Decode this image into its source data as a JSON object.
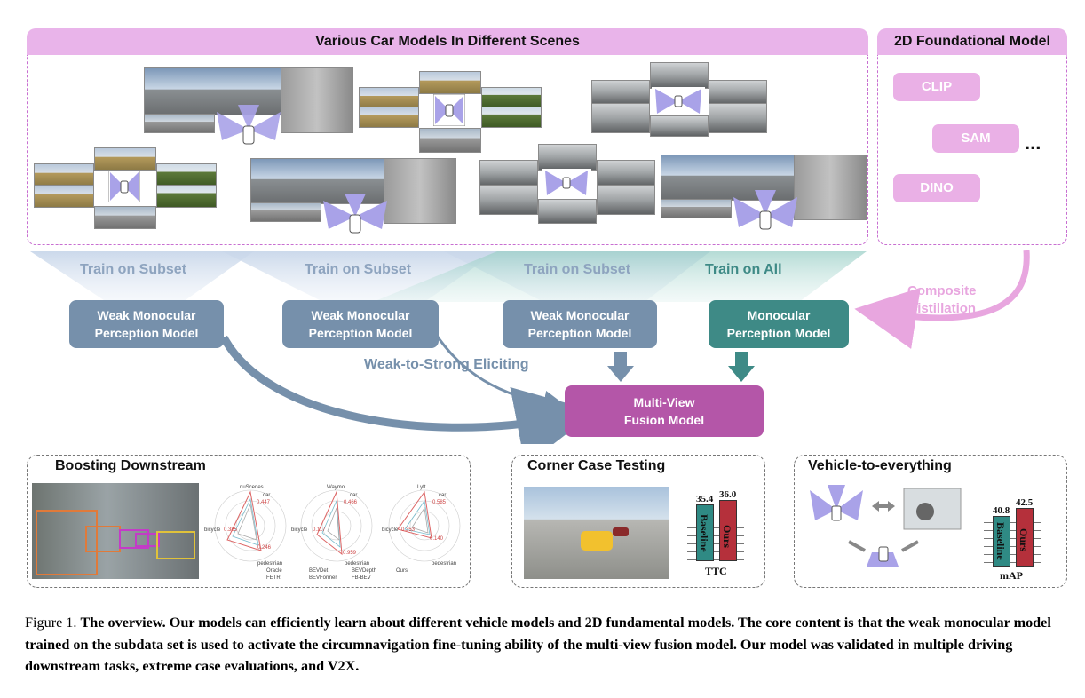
{
  "top": {
    "scenes_title": "Various Car Models In Different Scenes",
    "foundation_title": "2D Foundational Model",
    "foundation_models": [
      "CLIP",
      "SAM",
      "DINO"
    ],
    "ellipsis": "..."
  },
  "training": {
    "labels": [
      "Train on Subset",
      "Train on Subset",
      "Train on Subset",
      "Train on All"
    ],
    "label_colors": [
      "#8ea4bf",
      "#8ea4bf",
      "#8ea4bf",
      "#3e8a86"
    ],
    "composite_line1": "Composite",
    "composite_line2": "Distillation"
  },
  "models": {
    "weak_line1": "Weak Monocular",
    "weak_line2": "Perception Model",
    "strong_line1": "Monocular",
    "strong_line2": "Perception Model",
    "eliciting": "Weak-to-Strong Eliciting",
    "fusion_line1": "Multi-View",
    "fusion_line2": "Fusion Model"
  },
  "bottom": {
    "boosting_title": "Boosting Downstream",
    "corner_title": "Corner Case Testing",
    "v2x_title": "Vehicle-to-everything",
    "radar_titles": [
      "nuScenes",
      "Waymo",
      "Lyft"
    ],
    "radar_axes": [
      "car",
      "bicycle",
      "pedestrian"
    ],
    "radar_values": [
      [
        "0.447",
        "0.385",
        "0.246"
      ],
      [
        "0.466",
        "0.117",
        "0.959"
      ],
      [
        "0.585",
        "0.353",
        "0.140"
      ]
    ],
    "legend": [
      "Oracle",
      "BEVDet",
      "BEVDepth",
      "Ours",
      "FETR",
      "BEVFormer",
      "FB-BEV"
    ],
    "ttc": {
      "baseline": "35.4",
      "ours": "36.0",
      "baseline_label": "Baseline",
      "ours_label": "Ours",
      "metric": "TTC"
    },
    "map": {
      "baseline": "40.8",
      "ours": "42.5",
      "baseline_label": "Baseline",
      "ours_label": "Ours",
      "metric": "mAP"
    }
  },
  "caption": {
    "prefix": "Figure 1.",
    "bold": "The overview. Our models can efficiently learn about different vehicle models and 2D fundamental models. The core content is that the weak monocular model trained on the subdata set is used to activate the circumnavigation fine-tuning ability of the multi-view fusion model. Our model was validated in multiple driving downstream tasks, extreme case evaluations, and V2X."
  },
  "colors": {
    "banner": "#e9b4ea",
    "weak_box": "#7690ab",
    "strong_box": "#3e8a86",
    "fusion_box": "#b456a8",
    "baseline_bar": "#2f8a84",
    "ours_bar": "#b5303b",
    "composite": "#e8a6df"
  }
}
